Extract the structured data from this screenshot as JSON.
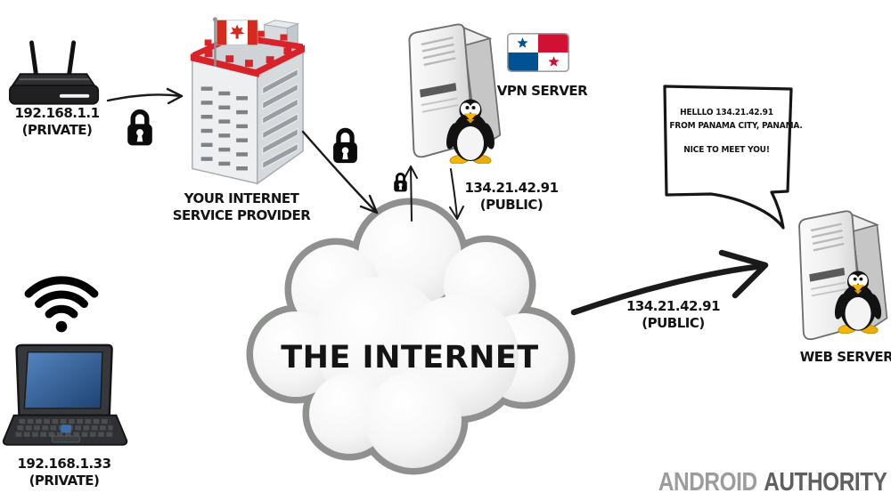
{
  "router": {
    "ip": "192.168.1.1",
    "scope": "(PRIVATE)"
  },
  "laptop": {
    "ip": "192.168.1.33",
    "scope": "(PRIVATE)"
  },
  "isp": {
    "label_line1": "YOUR INTERNET",
    "label_line2": "SERVICE PROVIDER"
  },
  "vpn": {
    "label": "VPN SERVER",
    "ip": "134.21.42.91",
    "scope": "(PUBLIC)"
  },
  "web": {
    "label": "WEB SERVER"
  },
  "cloud": {
    "label": "THE INTERNET"
  },
  "route_to_web": {
    "ip": "134.21.42.91",
    "scope": "(PUBLIC)"
  },
  "speech_bubble": {
    "line1": "HELLLO 134.21.42.91",
    "line2": "FROM PANAMA CITY, PANAMA.",
    "line3": "NICE TO MEET YOU!"
  },
  "watermark": {
    "word1": "ANDROID",
    "word2": "AUTHORITY"
  },
  "icons": {
    "wifi": "wifi-icon",
    "padlock": "padlock-icon",
    "router": "router-icon",
    "laptop": "laptop-icon",
    "isp_building": "office-building-icon",
    "canada_flag": "canada-flag-icon",
    "panama_flag": "panama-flag-icon",
    "server_tower": "server-tower-icon",
    "tux": "tux-penguin-icon",
    "internet_cloud": "cloud-icon",
    "speech_bubble": "speech-bubble",
    "arrows": "arrow-icon"
  },
  "colors": {
    "ink": "#141414",
    "canada_flag_red": "#d52b1e",
    "panama_flag_red": "#d21034",
    "panama_flag_blue": "#005293",
    "building_trim_red": "#d8232a",
    "laptop_screen_blue": "#2f5e99",
    "cloud_outline_gray": "#8f918f",
    "tux_yellow": "#f2b705",
    "watermark_light_gray": "#9c9c9c",
    "watermark_dark_gray": "#5f5f5f"
  }
}
